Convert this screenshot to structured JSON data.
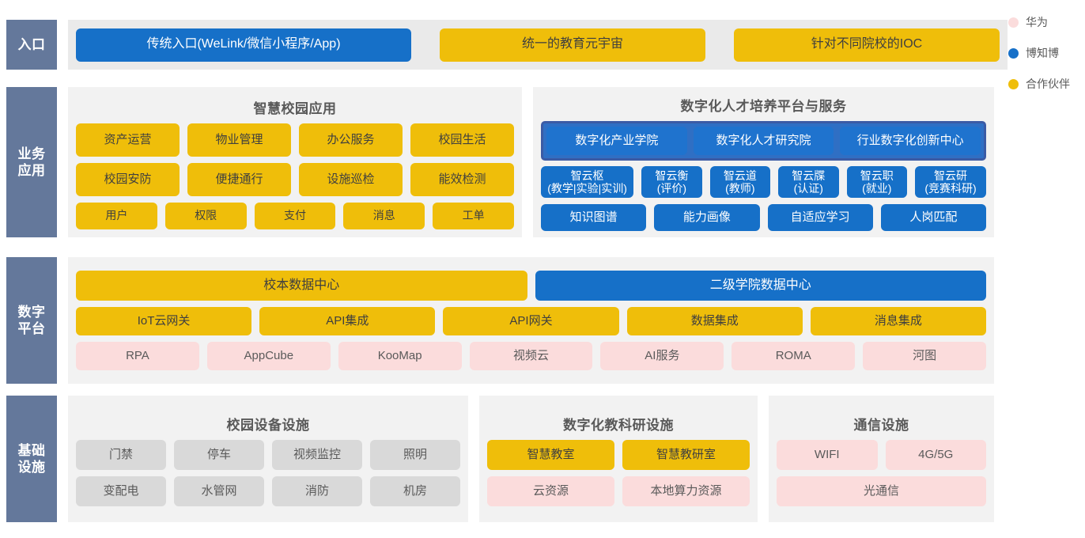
{
  "legend": {
    "items": [
      {
        "label": "华为",
        "color": "#FBDCDC"
      },
      {
        "label": "博知博",
        "color": "#1670C8"
      },
      {
        "label": "合作伙伴",
        "color": "#EFBE0A"
      }
    ]
  },
  "layers": {
    "entry": {
      "label_line1": "入口",
      "items": [
        {
          "text": "传统入口(WeLink/微信小程序/App)",
          "color": "blue"
        },
        {
          "text": "统一的教育元宇宙",
          "color": "yellow"
        },
        {
          "text": "针对不同院校的IOC",
          "color": "yellow"
        }
      ]
    },
    "business": {
      "label_line1": "业务",
      "label_line2": "应用",
      "campus": {
        "title": "智慧校园应用",
        "row1": [
          "资产运营",
          "物业管理",
          "办公服务",
          "校园生活"
        ],
        "row2": [
          "校园安防",
          "便捷通行",
          "设施巡检",
          "能效检测"
        ],
        "row3": [
          "用户",
          "权限",
          "支付",
          "消息",
          "工单"
        ]
      },
      "talent": {
        "title": "数字化人才培养平台与服务",
        "group": [
          "数字化产业学院",
          "数字化人才研究院",
          "行业数字化创新中心"
        ],
        "zhiyun": [
          "智云枢\n(教学|实验|实训)",
          "智云衡\n(评价)",
          "智云道\n(教师)",
          "智云牒\n(认证)",
          "智云职\n(就业)",
          "智云研\n(竞赛科研)"
        ],
        "capabilities": [
          "知识图谱",
          "能力画像",
          "自适应学习",
          "人岗匹配"
        ]
      }
    },
    "data": {
      "label_line1": "数字",
      "label_line2": "平台",
      "centers": [
        {
          "text": "校本数据中心",
          "color": "yellow"
        },
        {
          "text": "二级学院数据中心",
          "color": "blue"
        }
      ],
      "integration": [
        "IoT云网关",
        "API集成",
        "API网关",
        "数据集成",
        "消息集成"
      ],
      "services": [
        "RPA",
        "AppCube",
        "KooMap",
        "视频云",
        "AI服务",
        "ROMA",
        "河图"
      ]
    },
    "infra": {
      "label_line1": "基础",
      "label_line2": "设施",
      "facility": {
        "title": "校园设备设施",
        "row1": [
          "门禁",
          "停车",
          "视频监控",
          "照明"
        ],
        "row2": [
          "变配电",
          "水管网",
          "消防",
          "机房"
        ]
      },
      "research": {
        "title": "数字化教科研设施",
        "row1": [
          "智慧教室",
          "智慧教研室"
        ],
        "row2": [
          "云资源",
          "本地算力资源"
        ]
      },
      "comm": {
        "title": "通信设施",
        "row1": [
          "WIFI",
          "4G/5G"
        ],
        "row2": [
          "光通信"
        ]
      }
    }
  },
  "colors": {
    "yellow": "#EFBE0A",
    "blue": "#1670C8",
    "pink": "#FBDCDC",
    "gray": "#D9D9D9",
    "sidebar": "#64789B",
    "panel_bg": "#F2F2F2"
  }
}
